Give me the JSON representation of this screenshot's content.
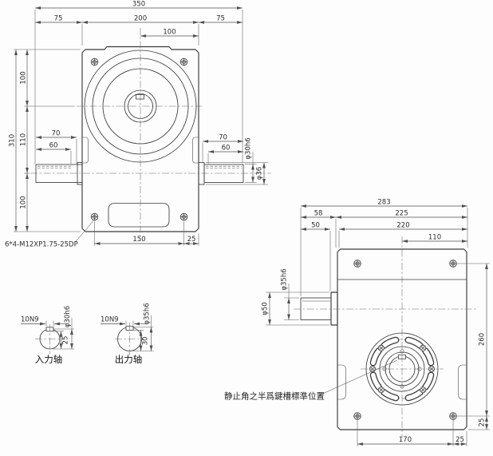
{
  "drawing": {
    "colors": {
      "line": "#3b3b3b",
      "background": "#fdfdfd"
    },
    "fv": {
      "d350": "350",
      "d75l": "75",
      "d200": "200",
      "d75r": "75",
      "d100t": "100",
      "d310": "310",
      "d100a": "100",
      "d110": "110",
      "d100b": "100",
      "in70": "70",
      "in60": "60",
      "out70": "70",
      "out60": "60",
      "out_dia": "φ30h6",
      "out_step": "φ36",
      "d150": "150",
      "d25": "25",
      "tap": "6*4-M12XP1.75-25DP"
    },
    "sec": {
      "in_key": "10N9",
      "in_dia": "φ30h6",
      "in_h": "25",
      "in_label": "入力轴",
      "out_key": "10N9",
      "out_dia": "φ35h6",
      "out_h": "30",
      "out_label": "出力轴"
    },
    "sv": {
      "d283": "283",
      "d58": "58",
      "d225": "225",
      "d50": "50",
      "d220": "220",
      "d110": "110",
      "dia35": "φ35h6",
      "dia50": "φ50",
      "d260": "260",
      "d25r": "25",
      "d170": "170",
      "d25b": "25",
      "note": "静止角之半爲鍵槽標準位置"
    }
  }
}
